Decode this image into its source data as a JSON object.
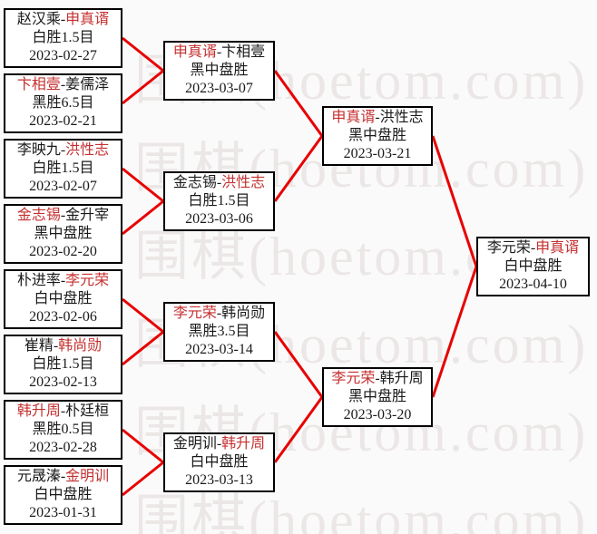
{
  "page": {
    "background": "#fbfafa"
  },
  "watermark": {
    "text": "围棋(hoetom.com)",
    "color": "#ece7e7",
    "rows": 6
  },
  "colors": {
    "box_border": "#000000",
    "box_background": "#ffffff",
    "text": "#1a1a1a",
    "winner_red": "#c53030",
    "line_red": "#e80000"
  },
  "bracket": {
    "separator": "-",
    "rounds": [
      {
        "name": "round-1",
        "matches": [
          {
            "players": [
              "赵汉乘",
              "申真谞"
            ],
            "winner_index": 1,
            "result": "白胜1.5目",
            "date": "2023-02-27"
          },
          {
            "players": [
              "卞相壹",
              "姜儒泽"
            ],
            "winner_index": 0,
            "result": "黑胜6.5目",
            "date": "2023-02-21"
          },
          {
            "players": [
              "李映九",
              "洪性志"
            ],
            "winner_index": 1,
            "result": "白胜1.5目",
            "date": "2023-02-07"
          },
          {
            "players": [
              "金志锡",
              "金升宰"
            ],
            "winner_index": 0,
            "result": "黑中盘胜",
            "date": "2023-02-20"
          },
          {
            "players": [
              "朴进率",
              "李元荣"
            ],
            "winner_index": 1,
            "result": "白中盘胜",
            "date": "2023-02-06"
          },
          {
            "players": [
              "崔精",
              "韩尚勋"
            ],
            "winner_index": 1,
            "result": "白胜1.5目",
            "date": "2023-02-13"
          },
          {
            "players": [
              "韩升周",
              "朴廷桓"
            ],
            "winner_index": 0,
            "result": "黑胜0.5目",
            "date": "2023-02-28"
          },
          {
            "players": [
              "元晟溱",
              "金明训"
            ],
            "winner_index": 1,
            "result": "白中盘胜",
            "date": "2023-01-31"
          }
        ]
      },
      {
        "name": "round-2",
        "matches": [
          {
            "players": [
              "申真谞",
              "卞相壹"
            ],
            "winner_index": 0,
            "result": "黑中盘胜",
            "date": "2023-03-07"
          },
          {
            "players": [
              "金志锡",
              "洪性志"
            ],
            "winner_index": 1,
            "result": "白胜1.5目",
            "date": "2023-03-06"
          },
          {
            "players": [
              "李元荣",
              "韩尚勋"
            ],
            "winner_index": 0,
            "result": "黑胜3.5目",
            "date": "2023-03-14"
          },
          {
            "players": [
              "金明训",
              "韩升周"
            ],
            "winner_index": 1,
            "result": "白中盘胜",
            "date": "2023-03-13"
          }
        ]
      },
      {
        "name": "semifinal",
        "matches": [
          {
            "players": [
              "申真谞",
              "洪性志"
            ],
            "winner_index": 0,
            "result": "黑中盘胜",
            "date": "2023-03-21"
          },
          {
            "players": [
              "李元荣",
              "韩升周"
            ],
            "winner_index": 0,
            "result": "黑中盘胜",
            "date": "2023-03-20"
          }
        ]
      },
      {
        "name": "final",
        "matches": [
          {
            "players": [
              "李元荣",
              "申真谞"
            ],
            "winner_index": 1,
            "result": "白中盘胜",
            "date": "2023-04-10"
          }
        ]
      }
    ]
  }
}
